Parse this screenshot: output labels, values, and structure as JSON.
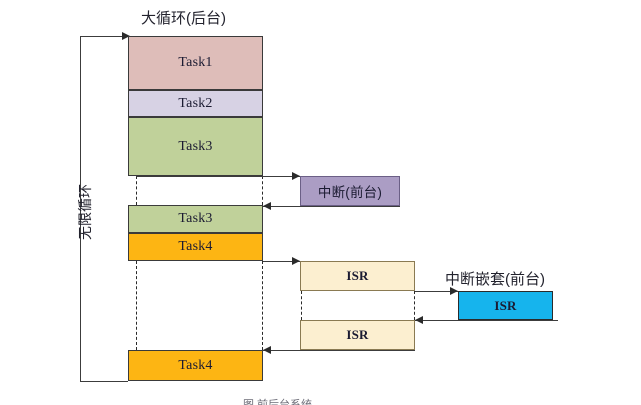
{
  "diagram": {
    "title_main_loop": "大循环(后台)",
    "title_interrupt": "中断(前台)",
    "title_nested_interrupt": "中断嵌套(前台)",
    "loop_label": "无限循环",
    "bottom_caption": "图 前后台系统",
    "tasks": [
      {
        "name": "task1",
        "label": "Task1",
        "color": "#debdb9"
      },
      {
        "name": "task2",
        "label": "Task2",
        "color": "#d7d2e4"
      },
      {
        "name": "task3-first",
        "label": "Task3",
        "color": "#c0d19a"
      },
      {
        "name": "task3-second",
        "label": "Task3",
        "color": "#c0d19a"
      },
      {
        "name": "task4-first",
        "label": "Task4",
        "color": "#fdb513"
      },
      {
        "name": "task4-second",
        "label": "Task4",
        "color": "#fdb513"
      }
    ],
    "isr_blocks": [
      {
        "name": "isr-upper",
        "label": "ISR",
        "color": "#fcefd0"
      },
      {
        "name": "isr-lower",
        "label": "ISR",
        "color": "#fcefd0"
      },
      {
        "name": "isr-nested",
        "label": "ISR",
        "color": "#16b4ed"
      }
    ],
    "interrupt_block": {
      "label": "中断(前台)",
      "color": "#ab9dc4"
    },
    "colors": {
      "task1": "#debdb9",
      "task2": "#d7d2e4",
      "task3": "#c0d19a",
      "task4": "#fdb513",
      "isr": "#fcefd0",
      "isr_nested": "#16b4ed",
      "interrupt": "#ab9dc4",
      "line": "#3c3c3c"
    }
  }
}
